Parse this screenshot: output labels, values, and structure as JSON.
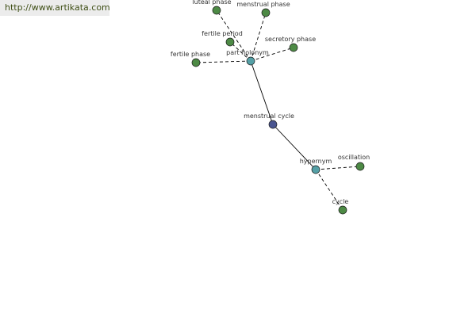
{
  "source_link": {
    "text": "http://www.artikata.com"
  },
  "colors": {
    "center_node": "#4a5590",
    "relation_node": "#55a0a6",
    "term_node": "#4d8a45",
    "node_stroke": "#1a1a1a",
    "edge": "#000000",
    "link_text": "#3e4e14"
  },
  "graph": {
    "center": {
      "id": "menstrual-cycle",
      "label": "menstrual cycle"
    },
    "relations": [
      {
        "id": "part-holonym",
        "label": "part holonym"
      },
      {
        "id": "hypernym",
        "label": "hypernym"
      }
    ],
    "terms": [
      {
        "id": "luteal-phase",
        "label": "luteal phase",
        "relation": "part-holonym"
      },
      {
        "id": "menstrual-phase",
        "label": "menstrual phase",
        "relation": "part-holonym"
      },
      {
        "id": "fertile-period",
        "label": "fertile period",
        "relation": "part-holonym"
      },
      {
        "id": "secretory-phase",
        "label": "secretory phase",
        "relation": "part-holonym"
      },
      {
        "id": "fertile-phase",
        "label": "fertile phase",
        "relation": "part-holonym"
      },
      {
        "id": "oscillation",
        "label": "oscillation",
        "relation": "hypernym"
      },
      {
        "id": "cycle",
        "label": "cycle",
        "relation": "hypernym"
      }
    ]
  }
}
